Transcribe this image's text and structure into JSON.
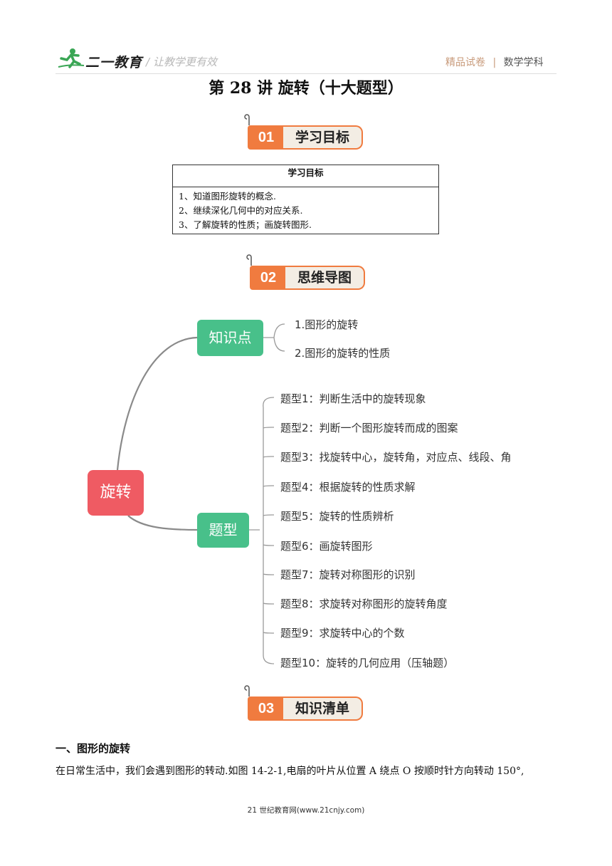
{
  "header": {
    "logo_text": "二一教育",
    "slogan": "/ 让教学更有效",
    "right_label": "精品试卷",
    "separator": "|",
    "subject": "数学学科"
  },
  "title": "第 28 讲 旋转（十大题型）",
  "sections": [
    {
      "num": "01",
      "label": "学习目标"
    },
    {
      "num": "02",
      "label": "思维导图"
    },
    {
      "num": "03",
      "label": "知识清单"
    }
  ],
  "objectives": {
    "header": "学习目标",
    "items": [
      "1、知道图形旋转的概念.",
      "2、继续深化几何中的对应关系.",
      "3、了解旋转的性质；画旋转图形."
    ]
  },
  "mindmap": {
    "root": "旋转",
    "knowledge": {
      "label": "知识点",
      "items": [
        "1.图形的旋转",
        "2.图形的旋转的性质"
      ]
    },
    "types": {
      "label": "题型",
      "items": [
        "题型1：判断生活中的旋转现象",
        "题型2：判断一个图形旋转而成的图案",
        "题型3：找旋转中心，旋转角，对应点、线段、角",
        "题型4：根据旋转的性质求解",
        "题型5：旋转的性质辨析",
        "题型6：画旋转图形",
        "题型7：旋转对称图形的识别",
        "题型8：求旋转对称图形的旋转角度",
        "题型9：求旋转中心的个数",
        "题型10：旋转的几何应用（压轴题）"
      ]
    },
    "colors": {
      "root": "#ef5b63",
      "branch": "#48c08a",
      "line": "#888888"
    }
  },
  "content": {
    "heading": "一、图形的旋转",
    "paragraph": "在日常生活中，我们会遇到图形的转动.如图 14-2-1,电扇的叶片从位置 A 绕点 O 按顺时针方向转动 150°,"
  },
  "footer": "21 世纪教育网(www.21cnjy.com)"
}
